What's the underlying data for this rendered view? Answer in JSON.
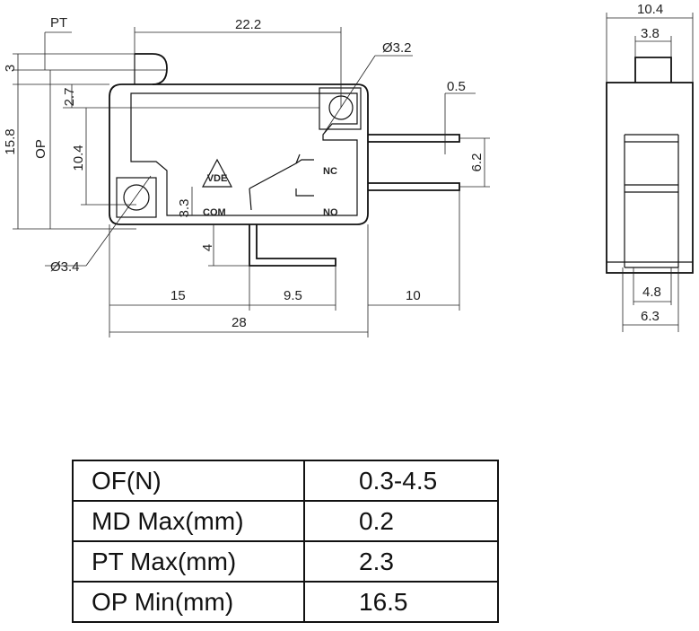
{
  "dimensions": {
    "pt": "PT",
    "d_22_2": "22.2",
    "d_3": "3",
    "d_2_7": "2.7",
    "d_15_8": "15.8",
    "op": "OP",
    "d_10_4_side": "10.4",
    "d_3_3": "3.3",
    "d_3_4_hole": "Ø3.4",
    "d_3_2_hole": "Ø3.2",
    "d_0_5": "0.5",
    "d_6_2": "6.2",
    "d_4": "4",
    "d_15": "15",
    "d_9_5": "9.5",
    "d_10": "10",
    "d_28": "28",
    "d_10_4_top": "10.4",
    "d_3_8": "3.8",
    "d_4_8": "4.8",
    "d_6_3": "6.3"
  },
  "markings": {
    "nc": "NC",
    "no": "NO",
    "com": "COM",
    "logo": "VDE"
  },
  "specs": [
    {
      "label": "OF(N)",
      "value": "0.3-4.5"
    },
    {
      "label": "MD Max(mm)",
      "value": "0.2"
    },
    {
      "label": "PT Max(mm)",
      "value": "2.3"
    },
    {
      "label": "OP Min(mm)",
      "value": "16.5"
    }
  ]
}
